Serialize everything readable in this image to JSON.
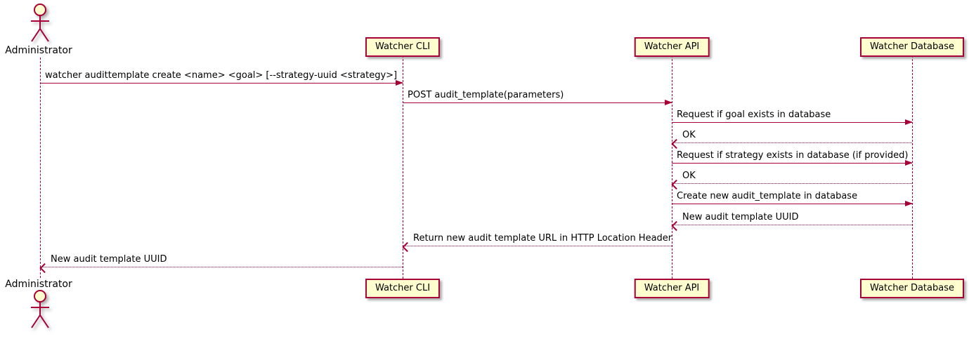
{
  "diagram_type": "uml-sequence",
  "colors": {
    "participant_fill": "#FEFECE",
    "participant_border": "#A80036",
    "arrow": "#A80036",
    "text": "#000000",
    "background": "#FFFFFF"
  },
  "participants": [
    {
      "name": "Administrator",
      "type": "actor"
    },
    {
      "name": "Watcher CLI",
      "type": "participant"
    },
    {
      "name": "Watcher API",
      "type": "participant"
    },
    {
      "name": "Watcher Database",
      "type": "participant"
    }
  ],
  "messages": [
    {
      "from": "Administrator",
      "to": "Watcher CLI",
      "style": "solid",
      "text": "watcher audittemplate create <name> <goal> [--strategy-uuid <strategy>]"
    },
    {
      "from": "Watcher CLI",
      "to": "Watcher API",
      "style": "solid",
      "text": "POST audit_template(parameters)"
    },
    {
      "from": "Watcher API",
      "to": "Watcher Database",
      "style": "solid",
      "text": "Request if goal exists in database"
    },
    {
      "from": "Watcher Database",
      "to": "Watcher API",
      "style": "dotted",
      "text": "OK"
    },
    {
      "from": "Watcher API",
      "to": "Watcher Database",
      "style": "solid",
      "text": "Request if strategy exists in database (if provided)"
    },
    {
      "from": "Watcher Database",
      "to": "Watcher API",
      "style": "dotted",
      "text": "OK"
    },
    {
      "from": "Watcher API",
      "to": "Watcher Database",
      "style": "solid",
      "text": "Create new audit_template in database"
    },
    {
      "from": "Watcher Database",
      "to": "Watcher API",
      "style": "dotted",
      "text": "New audit template UUID"
    },
    {
      "from": "Watcher API",
      "to": "Watcher CLI",
      "style": "dotted",
      "text": "Return new audit template URL in HTTP Location Header"
    },
    {
      "from": "Watcher CLI",
      "to": "Administrator",
      "style": "dotted",
      "text": "New audit template UUID"
    }
  ]
}
